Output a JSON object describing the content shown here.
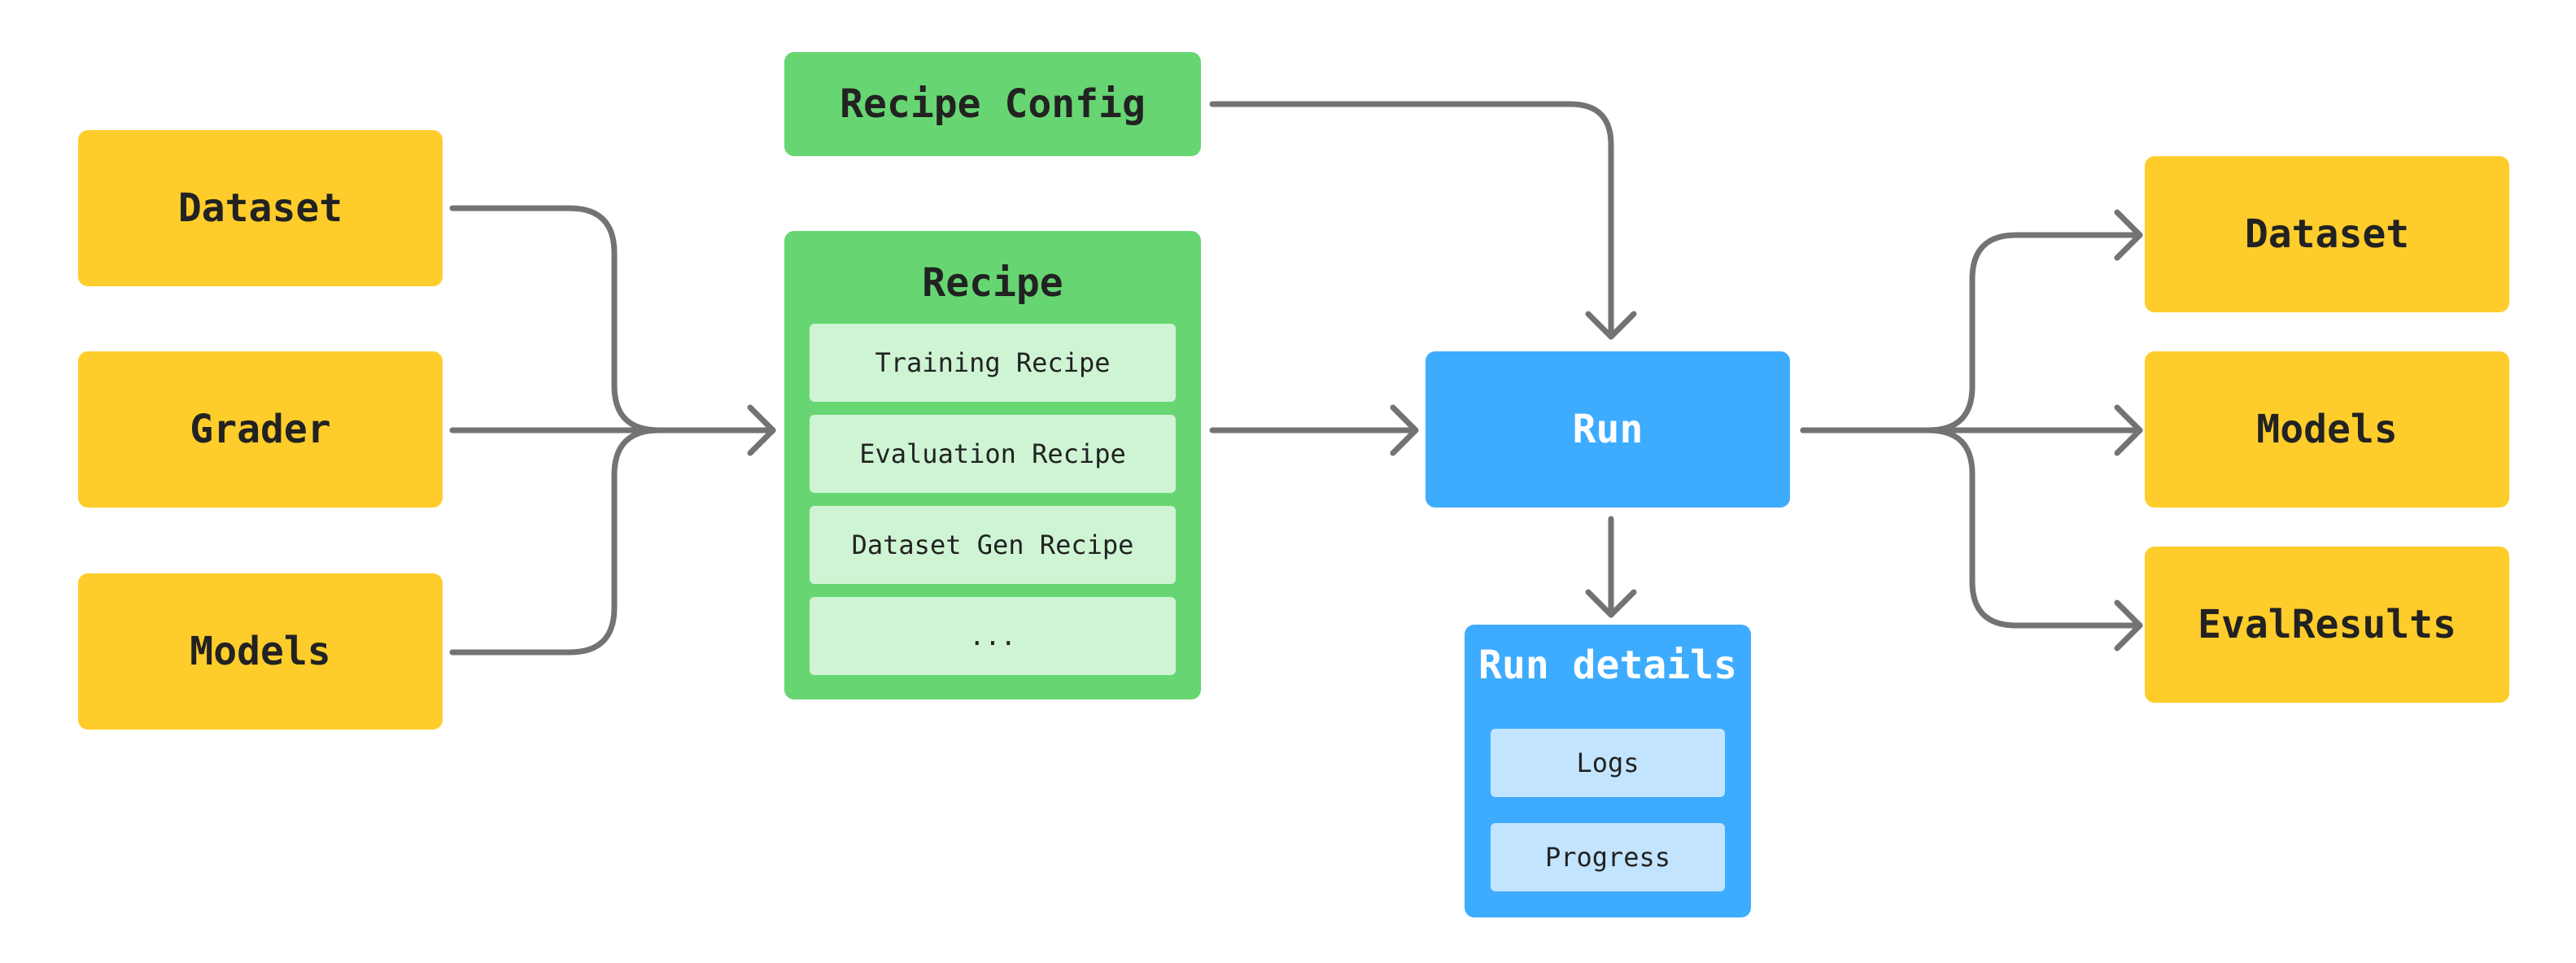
{
  "inputs": {
    "dataset": "Dataset",
    "grader": "Grader",
    "models": "Models"
  },
  "recipe_config": "Recipe Config",
  "recipe": {
    "title": "Recipe",
    "items": [
      "Training Recipe",
      "Evaluation Recipe",
      "Dataset Gen Recipe",
      "..."
    ]
  },
  "run": "Run",
  "run_details": {
    "title": "Run details",
    "items": [
      "Logs",
      "Progress"
    ]
  },
  "outputs": {
    "dataset": "Dataset",
    "models": "Models",
    "eval_results": "EvalResults"
  },
  "colors": {
    "input_output_box": "#fecd2b",
    "recipe_box": "#67d672",
    "recipe_item": "#cef4d4",
    "run_box": "#3eacfe",
    "run_item": "#c3e4fe",
    "arrow": "#737373"
  }
}
